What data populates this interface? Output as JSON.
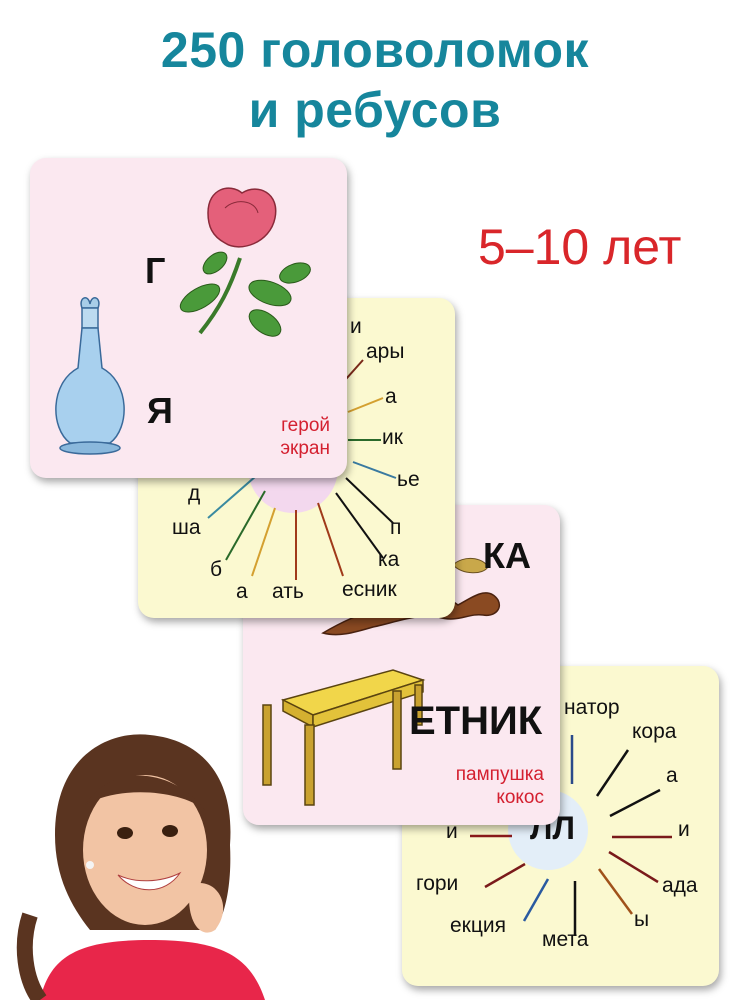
{
  "header": {
    "title_line1": "250 головоломок",
    "title_line2": "и ребусов",
    "age": "5–10 лет"
  },
  "colors": {
    "title": "#16869c",
    "age": "#d9262a",
    "card_pink": "#fbe8f0",
    "card_cream": "#fbf9d0",
    "answer": "#d42030"
  },
  "card1": {
    "letter_top": "Г",
    "letter_bottom": "Я",
    "answers": [
      "герой",
      "экран"
    ]
  },
  "card2": {
    "words": [
      "и",
      "ары",
      "а",
      "ик",
      "ье",
      "п",
      "ка",
      "есник",
      "ать",
      "а",
      "б",
      "ша",
      "д"
    ]
  },
  "card3": {
    "top": "КА",
    "main": "ЕТНИК",
    "answers": [
      "пампушка",
      "кокос"
    ]
  },
  "card4": {
    "center": "ЛЛ",
    "words": [
      "натор",
      "кора",
      "а",
      "и",
      "ада",
      "ы",
      "мета",
      "екция",
      "гори",
      "и"
    ]
  }
}
